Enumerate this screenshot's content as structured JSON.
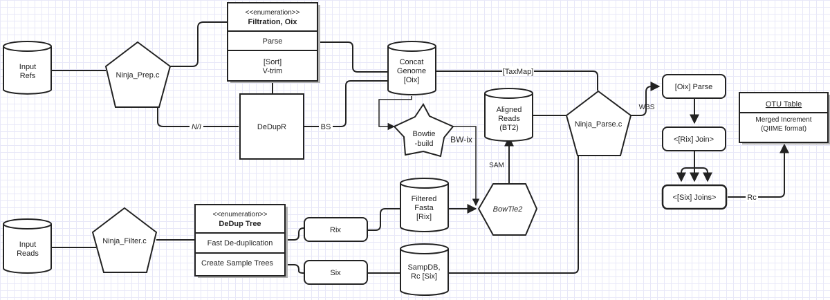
{
  "diagram": {
    "nodes": {
      "input_refs": {
        "label": [
          "Input",
          "Refs"
        ],
        "shape": "cylinder"
      },
      "ninja_prep": {
        "label": "Ninja_Prep.c",
        "shape": "pentagon"
      },
      "filtration_enum": {
        "stereotype": "<<enumeration>>",
        "title": "Filtration, Oix",
        "rows": [
          "Parse",
          "[Sort]",
          "V-trim"
        ],
        "shape": "class-box"
      },
      "dedupr": {
        "label": "DeDupR",
        "shape": "box"
      },
      "concat_genome": {
        "label": [
          "Concat",
          "Genome",
          "[Oix]"
        ],
        "shape": "cylinder"
      },
      "bowtie_build": {
        "label": [
          "Bowtie",
          "-build"
        ],
        "shape": "star"
      },
      "aligned_reads": {
        "label": [
          "Aligned",
          "Reads",
          "(BT2)"
        ],
        "shape": "cylinder"
      },
      "ninja_parse": {
        "label": "Ninja_Parse.c",
        "shape": "pentagon"
      },
      "oix_parse": {
        "label": "[Oix] Parse",
        "shape": "rounded-box"
      },
      "rix_join": {
        "label": "<[Rix] Join>",
        "shape": "rounded-box"
      },
      "six_joins": {
        "label": "<[Six] Joins>",
        "shape": "rounded-box"
      },
      "otu_table": {
        "title": "OTU Table",
        "rows": [
          "Merged Increment",
          "(QIIME format)"
        ],
        "shape": "class-box"
      },
      "input_reads": {
        "label": [
          "Input",
          "Reads"
        ],
        "shape": "cylinder"
      },
      "ninja_filter": {
        "label": "Ninja_Filter.c",
        "shape": "pentagon"
      },
      "dedup_tree_enum": {
        "stereotype": "<<enumeration>>",
        "title": "DeDup Tree",
        "rows": [
          "Fast De-duplication",
          "Create Sample Trees"
        ],
        "shape": "class-box"
      },
      "rix": {
        "label": "Rix",
        "shape": "rounded-box"
      },
      "six": {
        "label": "Six",
        "shape": "rounded-box"
      },
      "filtered_fasta": {
        "label": [
          "Filtered",
          "Fasta",
          "[Rix]"
        ],
        "shape": "cylinder"
      },
      "bowtie2": {
        "label": "BowTie2",
        "shape": "hexagon"
      },
      "sampdb": {
        "label": [
          "SampDB,",
          "Rc [Six]"
        ],
        "shape": "cylinder"
      }
    },
    "edges": {
      "ni": "N/I",
      "bs": "BS",
      "taxmap": "[TaxMap]",
      "bw_ix": "BW-ix",
      "sam": "SAM",
      "wbs": "WBS",
      "rc": "Rc"
    }
  }
}
